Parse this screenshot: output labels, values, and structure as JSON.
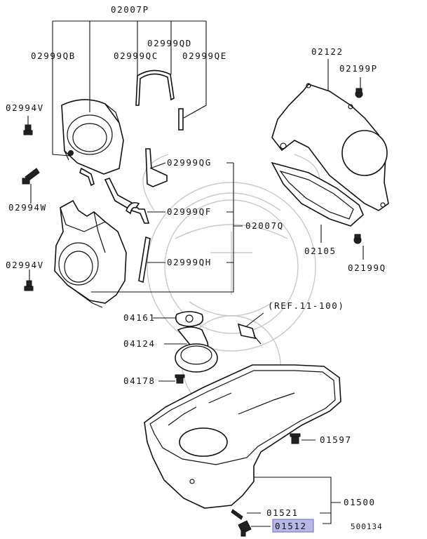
{
  "part_labels": {
    "p02007P": "02007P",
    "p02999QB": "02999QB",
    "p02999QC": "02999QC",
    "p02999QD": "02999QD",
    "p02999QE": "02999QE",
    "p02994V_top": "02994V",
    "p02994W": "02994W",
    "p02994V_bottom": "02994V",
    "p02999QG": "02999QG",
    "p02999QF": "02999QF",
    "p02999QH": "02999QH",
    "p02007Q": "02007Q",
    "p02122": "02122",
    "p02199P": "02199P",
    "p02105": "02105",
    "p02199Q": "02199Q",
    "ref": "(REF.11-100)",
    "p04161": "04161",
    "p04124": "04124",
    "p04178": "04178",
    "p01597": "01597",
    "p01521": "01521",
    "p01500": "01500",
    "p01512": "01512"
  },
  "diagram_id": "500134",
  "highlight_color": "#b8b8e8"
}
